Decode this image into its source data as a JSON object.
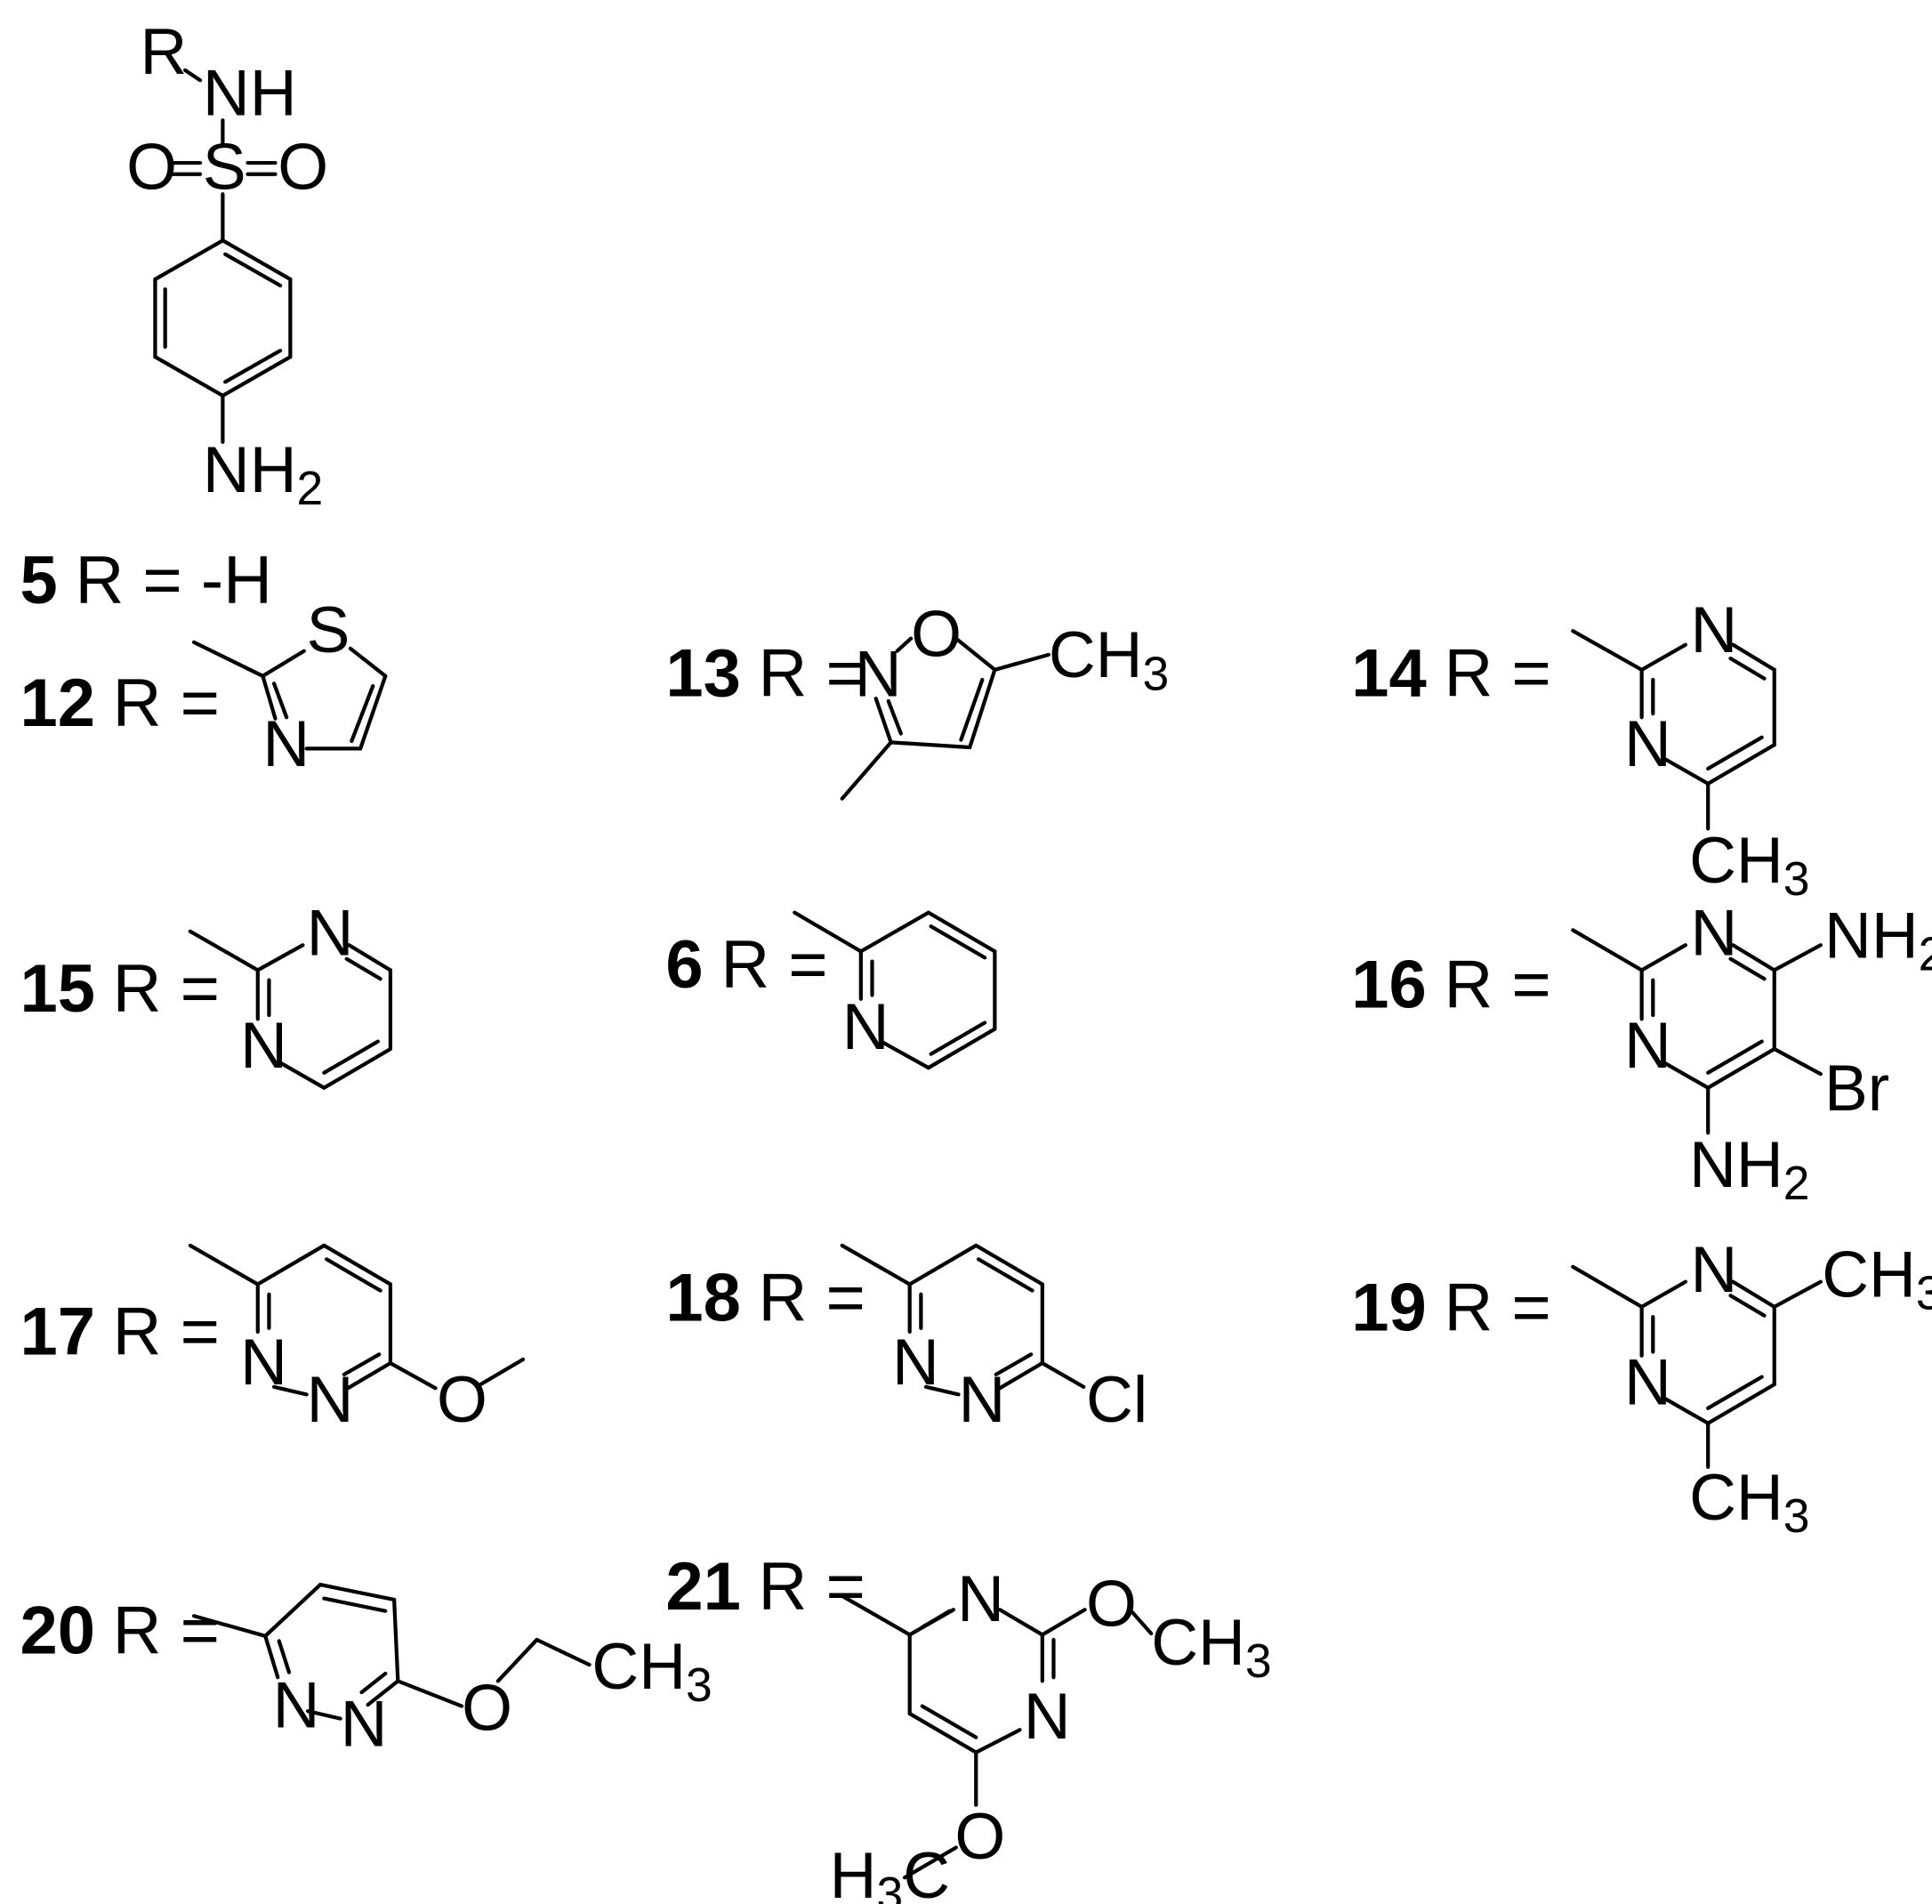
{
  "core": {
    "r": "R",
    "nh": "NH",
    "o_left": "O",
    "s": "S",
    "o_right": "O",
    "nh2_n": "NH",
    "nh2_sub": "2"
  },
  "compounds": [
    {
      "num": "5",
      "r_eq": "R = -H"
    },
    {
      "num": "12",
      "r_eq": "R ="
    },
    {
      "num": "13",
      "r_eq": "R ="
    },
    {
      "num": "14",
      "r_eq": "R ="
    },
    {
      "num": "15",
      "r_eq": "R ="
    },
    {
      "num": "6",
      "r_eq": "R ="
    },
    {
      "num": "16",
      "r_eq": "R ="
    },
    {
      "num": "17",
      "r_eq": "R ="
    },
    {
      "num": "18",
      "r_eq": "R ="
    },
    {
      "num": "19",
      "r_eq": "R ="
    },
    {
      "num": "20",
      "r_eq": "R ="
    },
    {
      "num": "21",
      "r_eq": "R ="
    }
  ],
  "atoms": {
    "s": "S",
    "n": "N",
    "o": "O",
    "cl": "Cl",
    "br": "Br",
    "ch": "CH",
    "h": "H",
    "c": "C",
    "nh": "NH",
    "sub2": "2",
    "sub3": "3"
  }
}
